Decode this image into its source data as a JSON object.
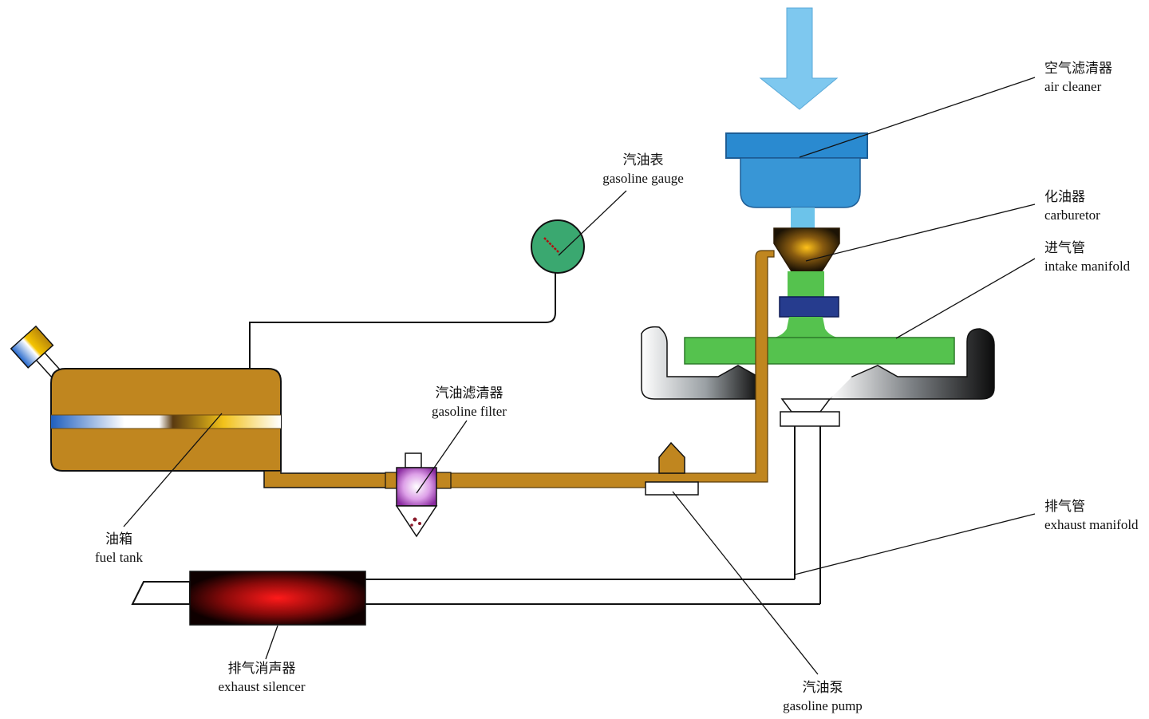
{
  "labels": {
    "air_cleaner": {
      "zh": "空气滤清器",
      "en": "air cleaner"
    },
    "carburetor": {
      "zh": "化油器",
      "en": "carburetor"
    },
    "intake_manifold": {
      "zh": "进气管",
      "en": "intake manifold"
    },
    "gasoline_gauge": {
      "zh": "汽油表",
      "en": "gasoline gauge"
    },
    "gasoline_filter": {
      "zh": "汽油滤清器",
      "en": "gasoline filter"
    },
    "fuel_tank": {
      "zh": "油箱",
      "en": "fuel tank"
    },
    "exhaust_manifold": {
      "zh": "排气管",
      "en": "exhaust manifold"
    },
    "exhaust_silencer": {
      "zh": "排气消声器",
      "en": "exhaust silencer"
    },
    "gasoline_pump": {
      "zh": "汽油泵",
      "en": "gasoline pump"
    }
  },
  "colors": {
    "fuel": "#c0861f",
    "air_arrow": "#7ec8ef",
    "air_cleaner": "#2f8fd2",
    "intake_green": "#55c24e",
    "gauge_green": "#3aa870",
    "clamp_blue": "#263c8e",
    "silencer_red": "#ff1a1a",
    "filter_purple": "#a040b0"
  }
}
